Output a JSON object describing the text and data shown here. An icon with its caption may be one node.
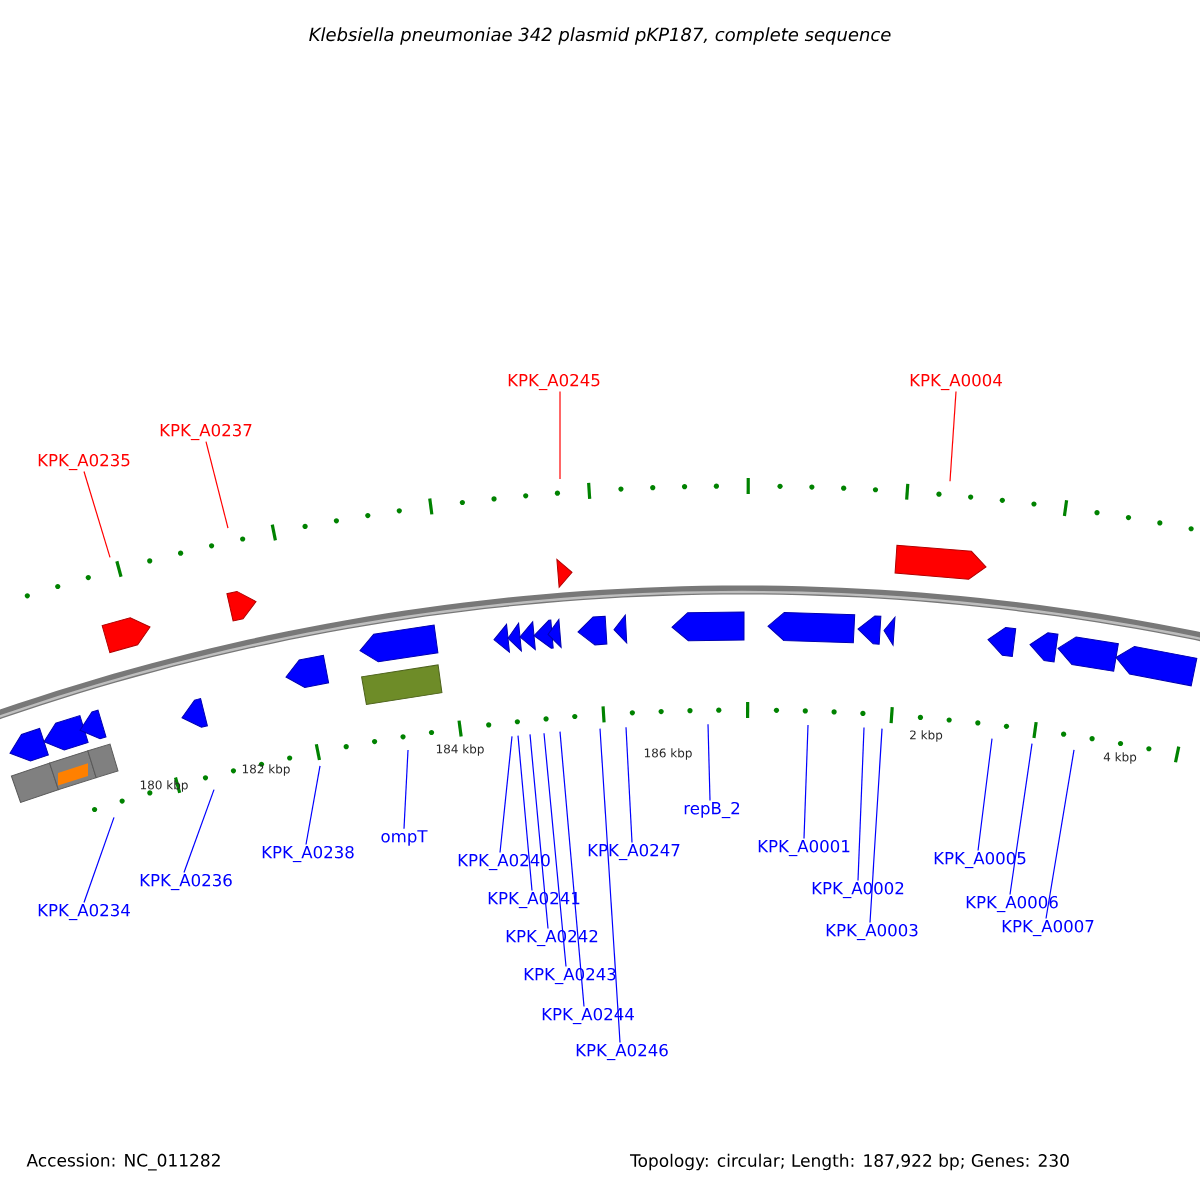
{
  "diagram": {
    "title": "Klebsiella pneumoniae 342 plasmid pKP187, complete sequence",
    "nodes": [
      {
        "text": [
          "KPK_A0235"
        ]
      },
      {
        "text": [
          "KPK_A0237"
        ]
      },
      {
        "text": [
          "KPK_A0245"
        ]
      },
      {
        "text": [
          "KPK_A0004"
        ]
      },
      {
        "text": [
          "KPK_A0234"
        ]
      },
      {
        "text": [
          "KPK_A0236"
        ]
      },
      {
        "text": [
          "KPK_A0238"
        ]
      },
      {
        "text": [
          "ompT"
        ]
      },
      {
        "text": [
          "KPK_A0240"
        ]
      },
      {
        "text": [
          "KPK_A0241"
        ]
      },
      {
        "text": [
          "KPK_A0242"
        ]
      },
      {
        "text": [
          "KPK_A0243"
        ]
      },
      {
        "text": [
          "KPK_A0244"
        ]
      },
      {
        "text": [
          "KPK_A0246"
        ]
      },
      {
        "text": [
          "KPK_A0247"
        ]
      },
      {
        "text": [
          "repB_2"
        ]
      },
      {
        "text": [
          "KPK_A0001"
        ]
      },
      {
        "text": [
          "KPK_A0002"
        ]
      },
      {
        "text": [
          "KPK_A0003"
        ]
      },
      {
        "text": [
          "KPK_A0005"
        ]
      },
      {
        "text": [
          "KPK_A0006"
        ]
      },
      {
        "text": [
          "KPK_A0007"
        ]
      }
    ],
    "edges": [
      {
        "from": 0,
        "to": null,
        "arrow": "none",
        "color": "#ff0000"
      },
      {
        "from": 1,
        "to": null,
        "arrow": "none",
        "color": "#ff0000"
      },
      {
        "from": 2,
        "to": null,
        "arrow": "none",
        "color": "#ff0000"
      },
      {
        "from": 3,
        "to": null,
        "arrow": "none",
        "color": "#ff0000"
      },
      {
        "from": 4,
        "to": null,
        "arrow": "none"
      },
      {
        "from": 5,
        "to": null,
        "arrow": "none"
      },
      {
        "from": 6,
        "to": null,
        "arrow": "none"
      },
      {
        "from": 7,
        "to": null,
        "arrow": "none"
      },
      {
        "from": 8,
        "to": null,
        "arrow": "none"
      },
      {
        "from": 9,
        "to": null,
        "arrow": "none"
      },
      {
        "from": 10,
        "to": null,
        "arrow": "none"
      },
      {
        "from": 11,
        "to": null,
        "arrow": "none"
      },
      {
        "from": 12,
        "to": null,
        "arrow": "none"
      },
      {
        "from": 13,
        "to": null,
        "arrow": "none"
      },
      {
        "from": 14,
        "to": null,
        "arrow": "none"
      },
      {
        "from": 15,
        "to": null,
        "arrow": "none"
      },
      {
        "from": 16,
        "to": null,
        "arrow": "none"
      },
      {
        "from": 17,
        "to": null,
        "arrow": "none"
      },
      {
        "from": 18,
        "to": null,
        "arrow": "none"
      },
      {
        "from": 19,
        "to": null,
        "arrow": "none"
      },
      {
        "from": 20,
        "to": null,
        "arrow": "none"
      },
      {
        "from": 21,
        "to": null,
        "arrow": "none"
      }
    ],
    "labels": [
      "180 kbp",
      "182 kbp",
      "184 kbp",
      "186 kbp",
      "2 kbp",
      "4 kbp",
      "Accession: NC_011282",
      "Topology: circular; Length: 187,922 bp; Genes: 230"
    ]
  }
}
